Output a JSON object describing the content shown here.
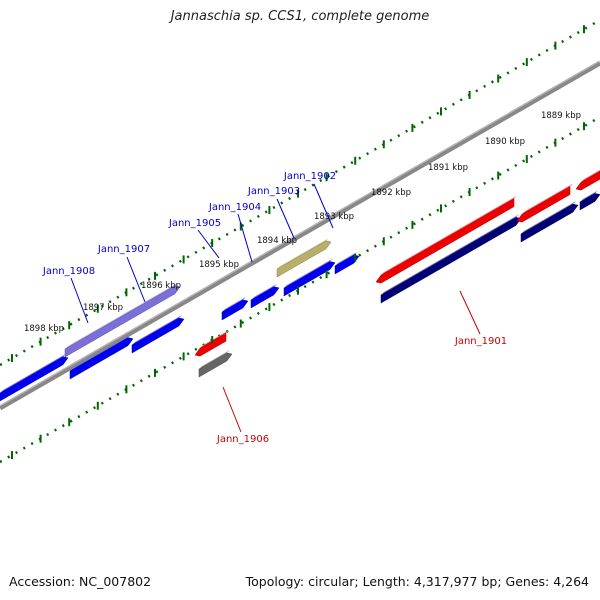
{
  "title": "Jannaschia sp. CCS1, complete genome",
  "footer": {
    "accession": "Accession: NC_007802",
    "summary": "Topology: circular; Length: 4,317,977 bp; Genes: 4,264"
  },
  "scale_labels": [
    "1889 kbp",
    "1890 kbp",
    "1891 kbp",
    "1892 kbp",
    "1893 kbp",
    "1894 kbp",
    "1895 kbp",
    "1896 kbp",
    "1897 kbp",
    "1898 kbp"
  ],
  "gene_labels": [
    {
      "text": "Jann_1902",
      "strand": "plus"
    },
    {
      "text": "Jann_1903",
      "strand": "plus"
    },
    {
      "text": "Jann_1904",
      "strand": "plus"
    },
    {
      "text": "Jann_1905",
      "strand": "plus"
    },
    {
      "text": "Jann_1907",
      "strand": "plus"
    },
    {
      "text": "Jann_1908",
      "strand": "plus"
    },
    {
      "text": "Jann_1901",
      "strand": "minus"
    },
    {
      "text": "Jann_1906",
      "strand": "minus"
    }
  ],
  "colors": {
    "plus_label": "#0000cc",
    "minus_label": "#cc0000",
    "tick": "#006600",
    "backbone": "#888888",
    "gene_blue": "#0000ee",
    "gene_navy": "#000077",
    "gene_red": "#ee0000",
    "gene_purple": "#7b6fd9",
    "gene_olive": "#b8b06a",
    "gene_gray": "#666666"
  }
}
